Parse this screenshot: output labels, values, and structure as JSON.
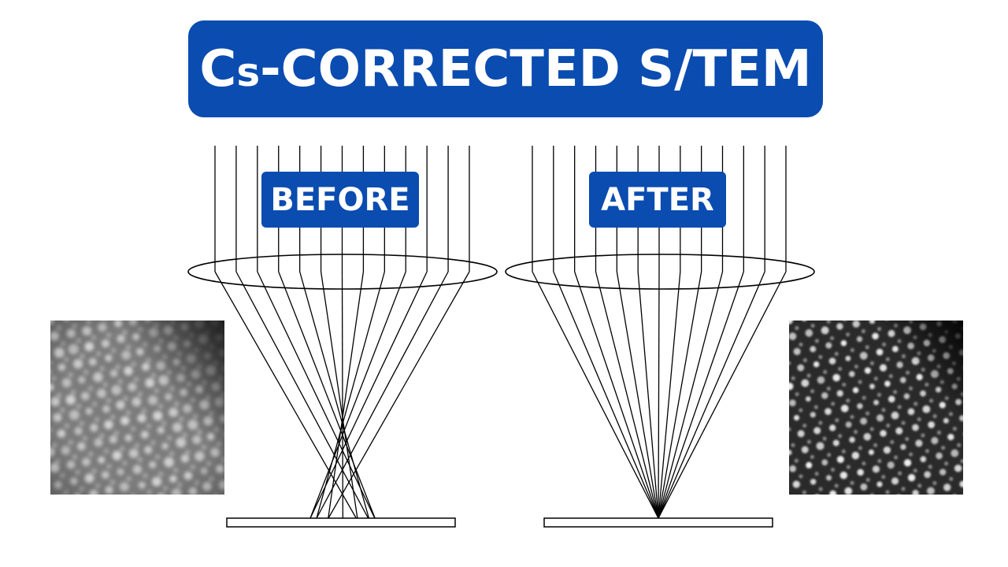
{
  "title": {
    "main": "Cs-CORRECTED S/TEM",
    "prefix_C": "C",
    "prefix_s": "s",
    "rest": "-CORRECTED S/TEM"
  },
  "panels": {
    "before": {
      "label": "BEFORE",
      "focus": "spread"
    },
    "after": {
      "label": "AFTER",
      "focus": "single-point"
    }
  },
  "colors": {
    "accent": "#0a4cb0",
    "text_on_accent": "#ffffff",
    "ray": "#000000"
  },
  "images": {
    "before": {
      "description_key": "blurred-atomic-lattice",
      "tone": "light-gray"
    },
    "after": {
      "description_key": "sharp-atomic-lattice",
      "tone": "dark"
    }
  }
}
